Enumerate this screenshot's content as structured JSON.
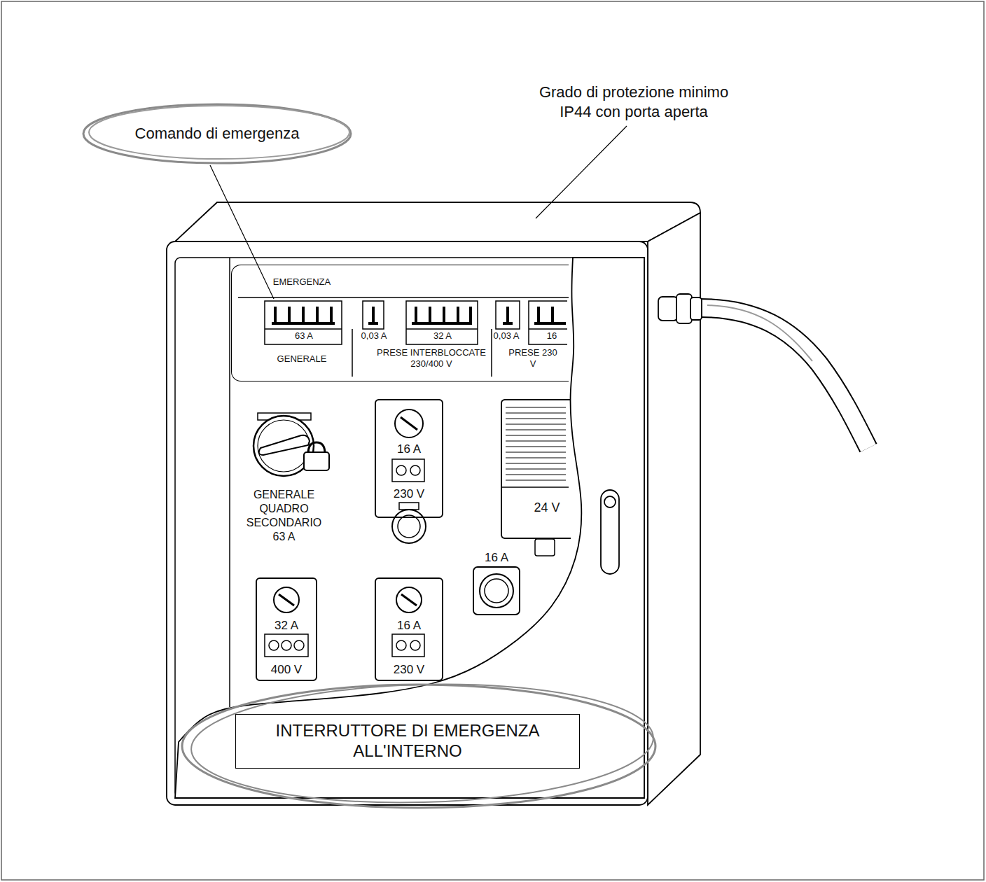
{
  "diagram": {
    "nodes": [
      {
        "text": [
          "Comando di emergenza"
        ]
      },
      {
        "text": [
          "EMERGENZA",
          "63 A",
          "0,03 A",
          "32 A",
          "0,03 A",
          "16",
          "GENERALE",
          "PRESE INTERBLOCCATE 230/400 V",
          "PRESE 230 V"
        ]
      },
      {
        "text": [
          "16 A",
          "230 V"
        ]
      },
      {
        "text": [
          "24 V"
        ]
      },
      {
        "text": [
          "32 A",
          "400 V"
        ]
      },
      {
        "text": [
          "16 A",
          "230 V"
        ]
      },
      {
        "text": [
          "INTERRUTTORE DI EMERGENZA ALL'INTERNO"
        ]
      }
    ],
    "labels": [
      "Grado di protezione minimo IP44 con porta aperta",
      "GENERALE QUADRO SECONDARIO 63 A",
      "16 A"
    ]
  }
}
